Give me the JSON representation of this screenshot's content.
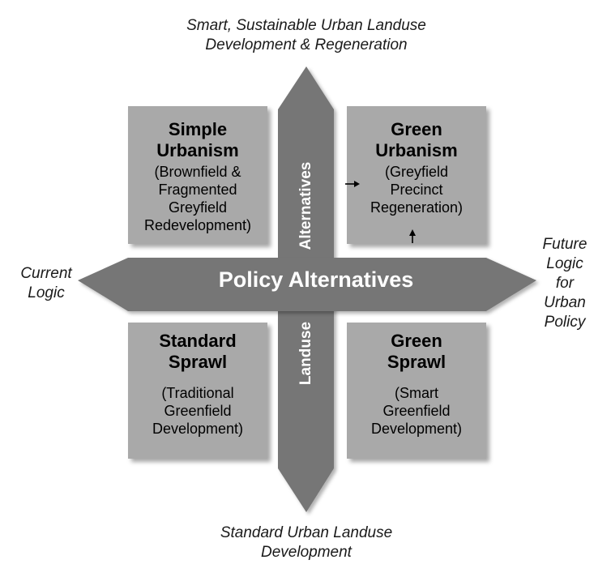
{
  "axes": {
    "top": "Smart, Sustainable Urban Landuse\nDevelopment & Regeneration",
    "bottom": "Standard Urban Landuse\nDevelopment",
    "left": "Current\nLogic",
    "right": "Future\nLogic\nfor\nUrban\nPolicy"
  },
  "center": {
    "label": "Policy Alternatives",
    "vertical_top": "Alternatives",
    "vertical_bottom": "Landuse"
  },
  "quadrants": {
    "top_left": {
      "title": "Simple\nUrbanism",
      "subtitle": "(Brownfield &\nFragmented\nGreyfield\nRedevelopment)"
    },
    "top_right": {
      "title": "Green\nUrbanism",
      "subtitle": "(Greyfield\nPrecinct\nRegeneration)"
    },
    "bottom_left": {
      "title": "Standard\nSprawl",
      "subtitle": "(Traditional\nGreenfield\nDevelopment)"
    },
    "bottom_right": {
      "title": "Green\nSprawl",
      "subtitle": "(Smart\nGreenfield\nDevelopment)"
    }
  },
  "colors": {
    "cross": "#767676",
    "quadrant_fill": "#a9a9a9",
    "cross_text": "#ffffff"
  }
}
